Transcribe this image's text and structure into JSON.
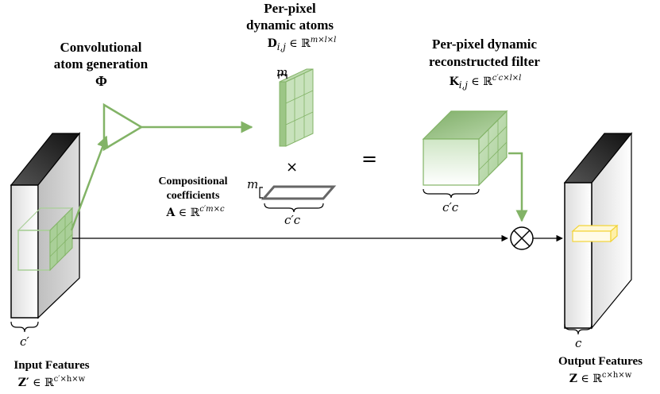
{
  "labels": {
    "conv_title_1": "Convolutional",
    "conv_title_2": "atom generation",
    "phi": "Φ",
    "atoms_title_1": "Per-pixel",
    "atoms_title_2": "dynamic atoms",
    "atoms_math_base": "D",
    "atoms_math_sub": "i,j",
    "atoms_math_in": " ∈ ℝ",
    "atoms_math_sup": "m×l×l",
    "m_label_atoms": "m",
    "comp_title_1": "Compositional",
    "comp_title_2": "coefficients",
    "comp_math_base": "A",
    "comp_math_in": " ∈ ℝ",
    "comp_math_sup": "c′m×c",
    "m_label_coeff": "m",
    "cc_label_coeff": "c′c",
    "times": "×",
    "equals": "=",
    "filter_title_1": "Per-pixel dynamic",
    "filter_title_2": "reconstructed filter",
    "filter_math_base": "K",
    "filter_math_sub": "i,j",
    "filter_math_in": " ∈ ℝ",
    "filter_math_sup": "c′c×l×l",
    "cc_label_filter": "c′c",
    "input_c": "c′",
    "input_title": "Input Features",
    "input_math_base": "Z′",
    "input_math_in": " ∈ ℝ",
    "input_math_sup": "c′×h×w",
    "output_c": "c",
    "output_title": "Output Features",
    "output_math_base": "Z",
    "output_math_in": " ∈ ℝ",
    "output_math_sup": "c×h×w",
    "otimes": "⊗"
  },
  "colors": {
    "green": "#82b366",
    "green_light": "#d5e8d4",
    "green_grid": "#97c27f",
    "yellow": "#f2d43a",
    "yellow_light": "#fff4c3",
    "block_gray": "#e8e8e8",
    "black": "#000000"
  }
}
